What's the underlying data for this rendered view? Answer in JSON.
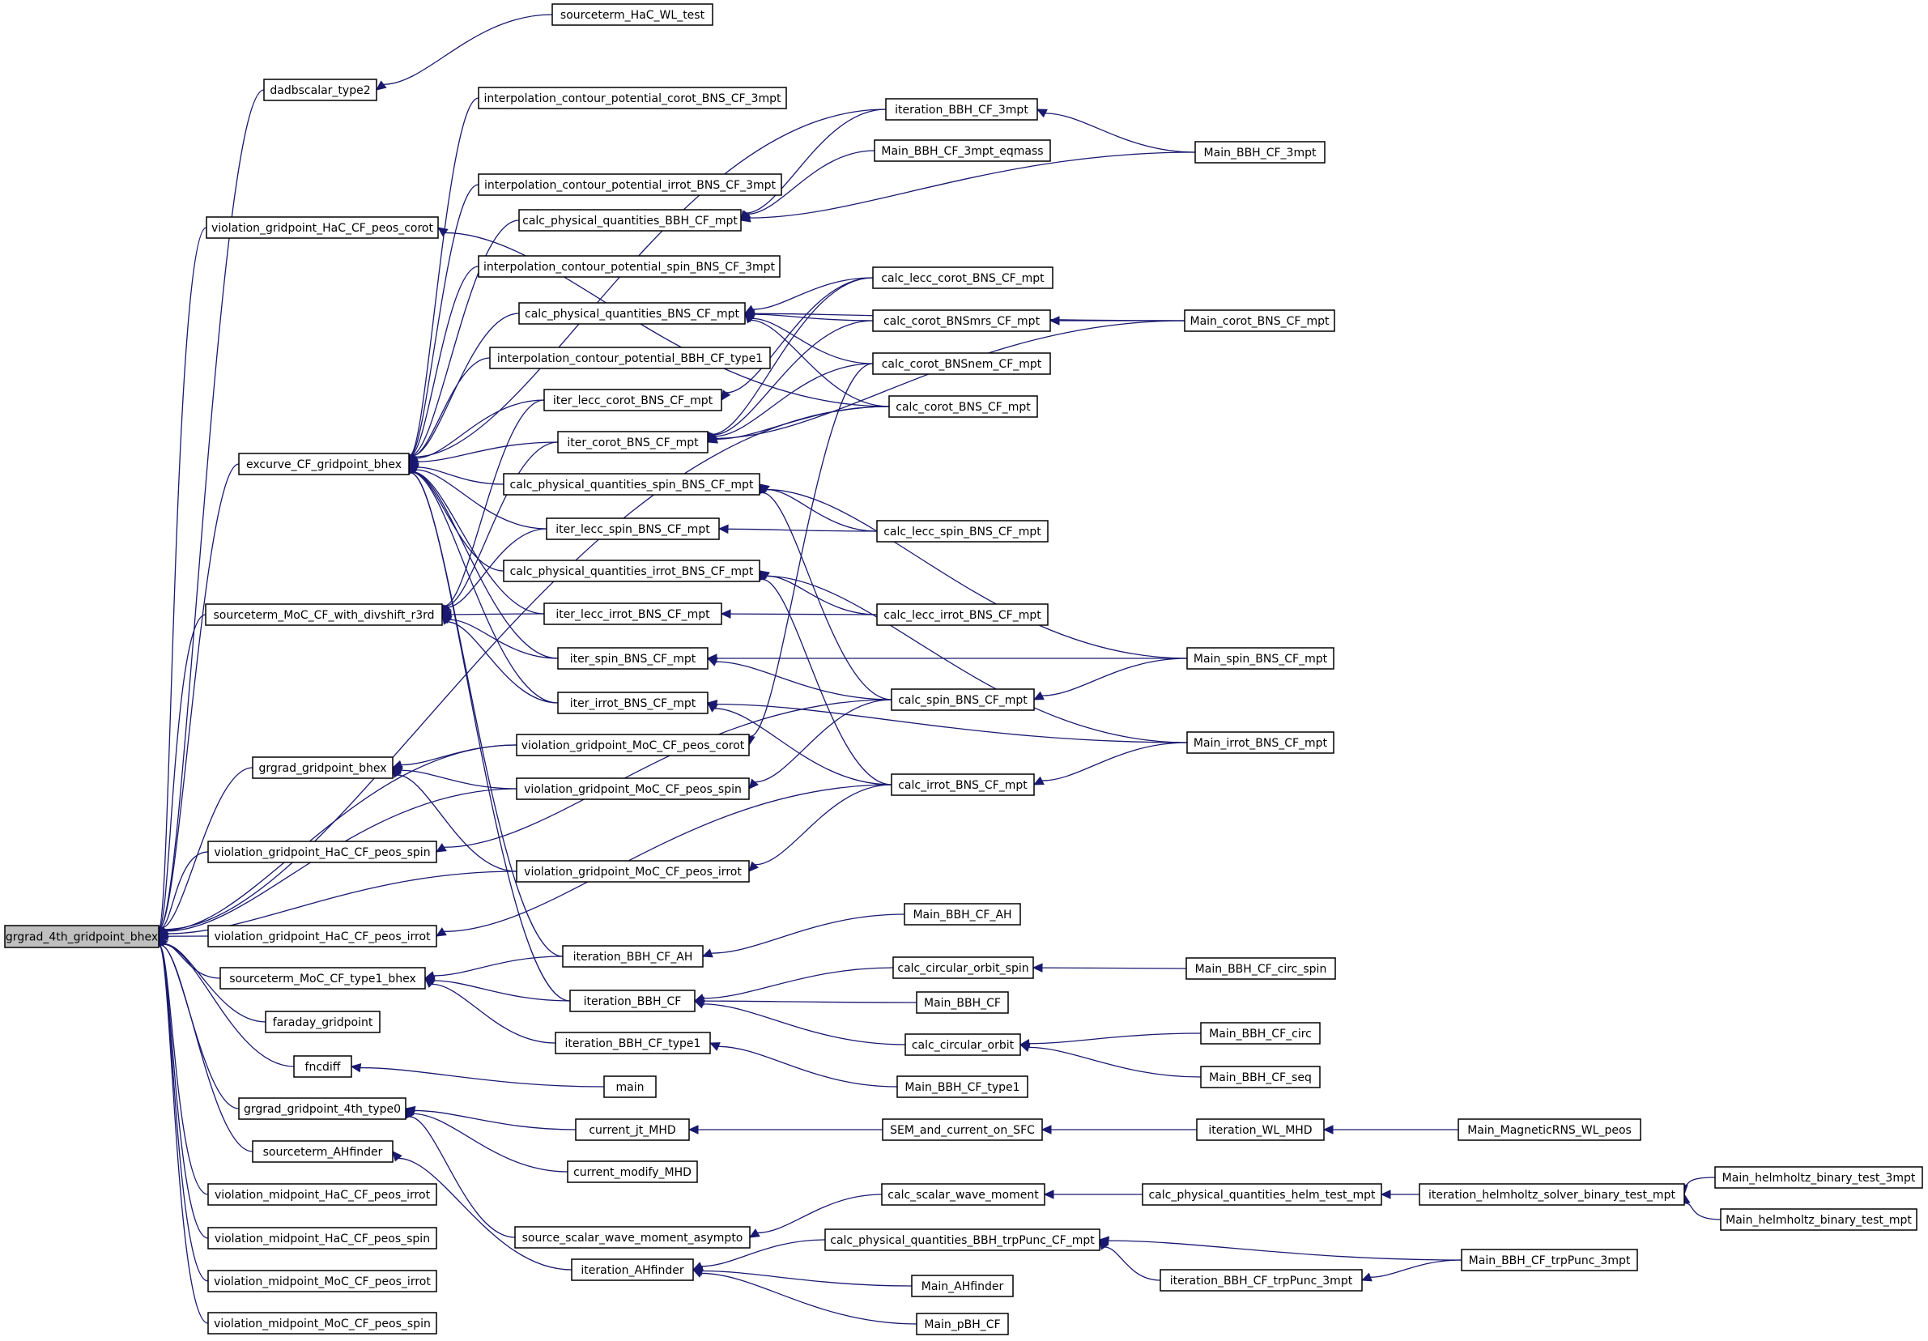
{
  "graph": {
    "root": "grgrad_4th_gridpoint_bhex",
    "nodes": [
      {
        "id": "n0",
        "label": "grgrad_4th_gridpoint_bhex",
        "current": true
      },
      {
        "id": "n1",
        "label": "sourceterm_HaC_WL_test"
      },
      {
        "id": "n2",
        "label": "dadbscalar_type2"
      },
      {
        "id": "n3",
        "label": "interpolation_contour_potential_corot_BNS_CF_3mpt"
      },
      {
        "id": "n4",
        "label": "iteration_BBH_CF_3mpt"
      },
      {
        "id": "n5",
        "label": "Main_BBH_CF_3mpt_eqmass"
      },
      {
        "id": "n6",
        "label": "Main_BBH_CF_3mpt"
      },
      {
        "id": "n7",
        "label": "interpolation_contour_potential_irrot_BNS_CF_3mpt"
      },
      {
        "id": "n8",
        "label": "violation_gridpoint_HaC_CF_peos_corot"
      },
      {
        "id": "n9",
        "label": "calc_physical_quantities_BBH_CF_mpt"
      },
      {
        "id": "n10",
        "label": "interpolation_contour_potential_spin_BNS_CF_3mpt"
      },
      {
        "id": "n11",
        "label": "calc_lecc_corot_BNS_CF_mpt"
      },
      {
        "id": "n12",
        "label": "calc_physical_quantities_BNS_CF_mpt"
      },
      {
        "id": "n13",
        "label": "calc_corot_BNSmrs_CF_mpt"
      },
      {
        "id": "n14",
        "label": "Main_corot_BNS_CF_mpt"
      },
      {
        "id": "n15",
        "label": "interpolation_contour_potential_BBH_CF_type1"
      },
      {
        "id": "n16",
        "label": "calc_corot_BNSnem_CF_mpt"
      },
      {
        "id": "n17",
        "label": "iter_lecc_corot_BNS_CF_mpt"
      },
      {
        "id": "n18",
        "label": "calc_corot_BNS_CF_mpt"
      },
      {
        "id": "n19",
        "label": "iter_corot_BNS_CF_mpt"
      },
      {
        "id": "n20",
        "label": "excurve_CF_gridpoint_bhex"
      },
      {
        "id": "n21",
        "label": "calc_physical_quantities_spin_BNS_CF_mpt"
      },
      {
        "id": "n22",
        "label": "iter_lecc_spin_BNS_CF_mpt"
      },
      {
        "id": "n23",
        "label": "calc_lecc_spin_BNS_CF_mpt"
      },
      {
        "id": "n24",
        "label": "calc_physical_quantities_irrot_BNS_CF_mpt"
      },
      {
        "id": "n25",
        "label": "sourceterm_MoC_CF_with_divshift_r3rd"
      },
      {
        "id": "n26",
        "label": "iter_lecc_irrot_BNS_CF_mpt"
      },
      {
        "id": "n27",
        "label": "calc_lecc_irrot_BNS_CF_mpt"
      },
      {
        "id": "n28",
        "label": "iter_spin_BNS_CF_mpt"
      },
      {
        "id": "n29",
        "label": "Main_spin_BNS_CF_mpt"
      },
      {
        "id": "n30",
        "label": "iter_irrot_BNS_CF_mpt"
      },
      {
        "id": "n31",
        "label": "calc_spin_BNS_CF_mpt"
      },
      {
        "id": "n32",
        "label": "violation_gridpoint_MoC_CF_peos_corot"
      },
      {
        "id": "n33",
        "label": "Main_irrot_BNS_CF_mpt"
      },
      {
        "id": "n34",
        "label": "grgrad_gridpoint_bhex"
      },
      {
        "id": "n35",
        "label": "violation_gridpoint_MoC_CF_peos_spin"
      },
      {
        "id": "n36",
        "label": "calc_irrot_BNS_CF_mpt"
      },
      {
        "id": "n37",
        "label": "violation_gridpoint_HaC_CF_peos_spin"
      },
      {
        "id": "n38",
        "label": "violation_gridpoint_MoC_CF_peos_irrot"
      },
      {
        "id": "n39",
        "label": "Main_BBH_CF_AH"
      },
      {
        "id": "n40",
        "label": "violation_gridpoint_HaC_CF_peos_irrot"
      },
      {
        "id": "n41",
        "label": "iteration_BBH_CF_AH"
      },
      {
        "id": "n42",
        "label": "calc_circular_orbit_spin"
      },
      {
        "id": "n43",
        "label": "Main_BBH_CF_circ_spin"
      },
      {
        "id": "n44",
        "label": "sourceterm_MoC_CF_type1_bhex"
      },
      {
        "id": "n45",
        "label": "iteration_BBH_CF"
      },
      {
        "id": "n46",
        "label": "Main_BBH_CF"
      },
      {
        "id": "n47",
        "label": "faraday_gridpoint"
      },
      {
        "id": "n48",
        "label": "calc_circular_orbit"
      },
      {
        "id": "n49",
        "label": "Main_BBH_CF_circ"
      },
      {
        "id": "n50",
        "label": "iteration_BBH_CF_type1"
      },
      {
        "id": "n51",
        "label": "fncdiff"
      },
      {
        "id": "n52",
        "label": "Main_BBH_CF_seq"
      },
      {
        "id": "n53",
        "label": "main"
      },
      {
        "id": "n54",
        "label": "Main_BBH_CF_type1"
      },
      {
        "id": "n55",
        "label": "grgrad_gridpoint_4th_type0"
      },
      {
        "id": "n56",
        "label": "current_jt_MHD"
      },
      {
        "id": "n57",
        "label": "SEM_and_current_on_SFC"
      },
      {
        "id": "n58",
        "label": "iteration_WL_MHD"
      },
      {
        "id": "n59",
        "label": "Main_MagneticRNS_WL_peos"
      },
      {
        "id": "n60",
        "label": "sourceterm_AHfinder"
      },
      {
        "id": "n61",
        "label": "current_modify_MHD"
      },
      {
        "id": "n62",
        "label": "Main_helmholtz_binary_test_3mpt"
      },
      {
        "id": "n63",
        "label": "violation_midpoint_HaC_CF_peos_irrot"
      },
      {
        "id": "n64",
        "label": "calc_scalar_wave_moment"
      },
      {
        "id": "n65",
        "label": "calc_physical_quantities_helm_test_mpt"
      },
      {
        "id": "n66",
        "label": "iteration_helmholtz_solver_binary_test_mpt"
      },
      {
        "id": "n67",
        "label": "source_scalar_wave_moment_asympto"
      },
      {
        "id": "n68",
        "label": "Main_helmholtz_binary_test_mpt"
      },
      {
        "id": "n69",
        "label": "violation_midpoint_HaC_CF_peos_spin"
      },
      {
        "id": "n70",
        "label": "calc_physical_quantities_BBH_trpPunc_CF_mpt"
      },
      {
        "id": "n71",
        "label": "Main_BBH_CF_trpPunc_3mpt"
      },
      {
        "id": "n72",
        "label": "iteration_BBH_CF_trpPunc_3mpt"
      },
      {
        "id": "n73",
        "label": "iteration_AHfinder"
      },
      {
        "id": "n74",
        "label": "violation_midpoint_MoC_CF_peos_irrot"
      },
      {
        "id": "n75",
        "label": "Main_AHfinder"
      },
      {
        "id": "n76",
        "label": "violation_midpoint_MoC_CF_peos_spin"
      },
      {
        "id": "n77",
        "label": "Main_pBH_CF"
      }
    ],
    "edges": [
      [
        "n0",
        "n2"
      ],
      [
        "n0",
        "n8"
      ],
      [
        "n0",
        "n20"
      ],
      [
        "n0",
        "n25"
      ],
      [
        "n0",
        "n34"
      ],
      [
        "n0",
        "n37"
      ],
      [
        "n0",
        "n40"
      ],
      [
        "n0",
        "n44"
      ],
      [
        "n0",
        "n47"
      ],
      [
        "n0",
        "n51"
      ],
      [
        "n0",
        "n55"
      ],
      [
        "n0",
        "n60"
      ],
      [
        "n0",
        "n63"
      ],
      [
        "n0",
        "n69"
      ],
      [
        "n0",
        "n74"
      ],
      [
        "n0",
        "n76"
      ],
      [
        "n0",
        "n32"
      ],
      [
        "n0",
        "n35"
      ],
      [
        "n0",
        "n38"
      ],
      [
        "n0",
        "n18"
      ],
      [
        "n2",
        "n1"
      ],
      [
        "n8",
        "n18"
      ],
      [
        "n20",
        "n3"
      ],
      [
        "n20",
        "n4"
      ],
      [
        "n20",
        "n7"
      ],
      [
        "n20",
        "n9"
      ],
      [
        "n20",
        "n10"
      ],
      [
        "n20",
        "n12"
      ],
      [
        "n20",
        "n15"
      ],
      [
        "n20",
        "n17"
      ],
      [
        "n20",
        "n19"
      ],
      [
        "n20",
        "n21"
      ],
      [
        "n20",
        "n22"
      ],
      [
        "n20",
        "n24"
      ],
      [
        "n20",
        "n26"
      ],
      [
        "n20",
        "n28"
      ],
      [
        "n20",
        "n30"
      ],
      [
        "n20",
        "n41"
      ],
      [
        "n20",
        "n45"
      ],
      [
        "n25",
        "n17"
      ],
      [
        "n25",
        "n19"
      ],
      [
        "n25",
        "n22"
      ],
      [
        "n25",
        "n26"
      ],
      [
        "n25",
        "n28"
      ],
      [
        "n25",
        "n30"
      ],
      [
        "n34",
        "n32"
      ],
      [
        "n34",
        "n35"
      ],
      [
        "n34",
        "n38"
      ],
      [
        "n44",
        "n41"
      ],
      [
        "n44",
        "n45"
      ],
      [
        "n44",
        "n50"
      ],
      [
        "n51",
        "n53"
      ],
      [
        "n55",
        "n56"
      ],
      [
        "n55",
        "n61"
      ],
      [
        "n55",
        "n67"
      ],
      [
        "n60",
        "n73"
      ],
      [
        "n4",
        "n6"
      ],
      [
        "n9",
        "n4"
      ],
      [
        "n9",
        "n5"
      ],
      [
        "n9",
        "n6"
      ],
      [
        "n12",
        "n11"
      ],
      [
        "n12",
        "n13"
      ],
      [
        "n12",
        "n16"
      ],
      [
        "n12",
        "n18"
      ],
      [
        "n12",
        "n14"
      ],
      [
        "n17",
        "n11"
      ],
      [
        "n19",
        "n11"
      ],
      [
        "n19",
        "n13"
      ],
      [
        "n19",
        "n16"
      ],
      [
        "n19",
        "n18"
      ],
      [
        "n19",
        "n14"
      ],
      [
        "n13",
        "n14"
      ],
      [
        "n21",
        "n23"
      ],
      [
        "n21",
        "n31"
      ],
      [
        "n21",
        "n29"
      ],
      [
        "n22",
        "n23"
      ],
      [
        "n24",
        "n27"
      ],
      [
        "n24",
        "n36"
      ],
      [
        "n24",
        "n33"
      ],
      [
        "n26",
        "n27"
      ],
      [
        "n28",
        "n29"
      ],
      [
        "n28",
        "n31"
      ],
      [
        "n30",
        "n33"
      ],
      [
        "n30",
        "n36"
      ],
      [
        "n31",
        "n29"
      ],
      [
        "n36",
        "n33"
      ],
      [
        "n37",
        "n31"
      ],
      [
        "n40",
        "n36"
      ],
      [
        "n32",
        "n16"
      ],
      [
        "n35",
        "n31"
      ],
      [
        "n38",
        "n36"
      ],
      [
        "n41",
        "n39"
      ],
      [
        "n45",
        "n42"
      ],
      [
        "n45",
        "n46"
      ],
      [
        "n45",
        "n48"
      ],
      [
        "n42",
        "n43"
      ],
      [
        "n48",
        "n49"
      ],
      [
        "n48",
        "n52"
      ],
      [
        "n50",
        "n54"
      ],
      [
        "n56",
        "n57"
      ],
      [
        "n57",
        "n58"
      ],
      [
        "n58",
        "n59"
      ],
      [
        "n67",
        "n64"
      ],
      [
        "n64",
        "n65"
      ],
      [
        "n65",
        "n66"
      ],
      [
        "n66",
        "n62"
      ],
      [
        "n66",
        "n68"
      ],
      [
        "n73",
        "n70"
      ],
      [
        "n73",
        "n75"
      ],
      [
        "n73",
        "n77"
      ],
      [
        "n70",
        "n72"
      ],
      [
        "n70",
        "n71"
      ],
      [
        "n72",
        "n71"
      ]
    ]
  },
  "colors": {
    "edge": "#191970",
    "node_fill": "#ffffff",
    "current_fill": "#bfbfbf",
    "border": "#000000"
  }
}
